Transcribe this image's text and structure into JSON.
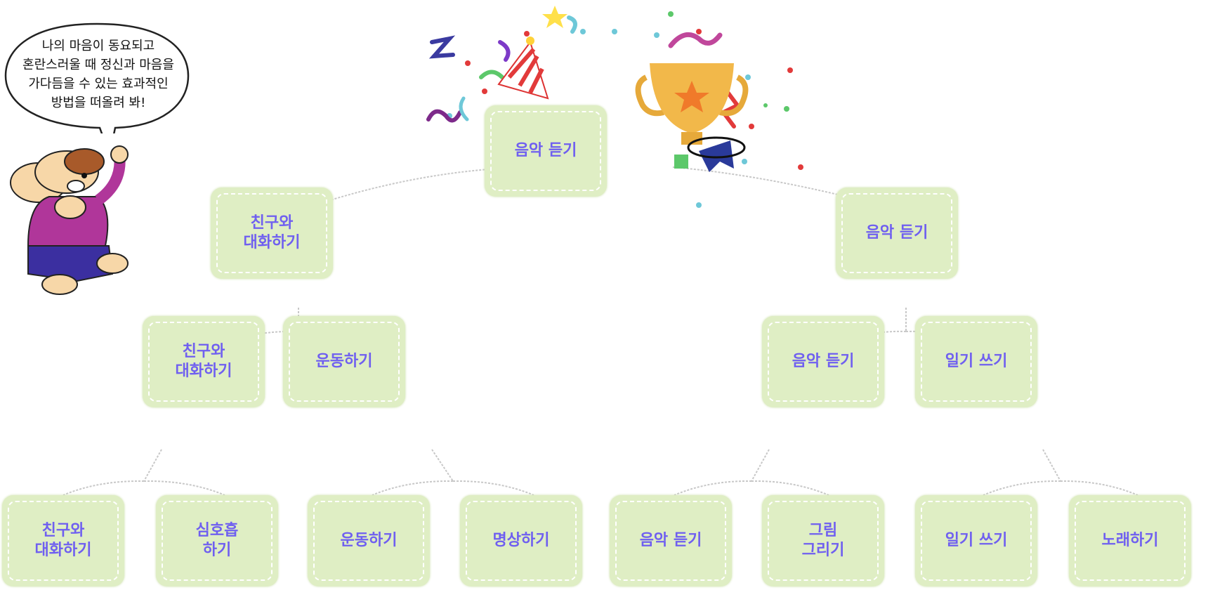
{
  "speech_bubble": {
    "text": "나의 마음이 동요되고\n혼란스러울 때 정신과 마음을\n가다듬을 수 있는 효과적인\n방법을 떠올려 봐!"
  },
  "tree": {
    "root": {
      "label": "음악 듣기"
    },
    "level1": [
      {
        "label": "친구와\n대화하기"
      },
      {
        "label": "음악 듣기"
      }
    ],
    "level2": [
      {
        "label": "친구와\n대화하기"
      },
      {
        "label": "운동하기"
      },
      {
        "label": "음악 듣기"
      },
      {
        "label": "일기 쓰기"
      }
    ],
    "level3": [
      {
        "label": "친구와\n대화하기"
      },
      {
        "label": "심호흡\n하기"
      },
      {
        "label": "운동하기"
      },
      {
        "label": "명상하기"
      },
      {
        "label": "음악 듣기"
      },
      {
        "label": "그림\n그리기"
      },
      {
        "label": "일기 쓰기"
      },
      {
        "label": "노래하기"
      }
    ]
  },
  "colors": {
    "node_fill": "#dfeec4",
    "node_text": "#6f5ff0",
    "edge": "#c8c8c8"
  },
  "icons": [
    "dog-mascot-icon",
    "trophy-icon",
    "party-hat-icon",
    "confetti-icon"
  ]
}
